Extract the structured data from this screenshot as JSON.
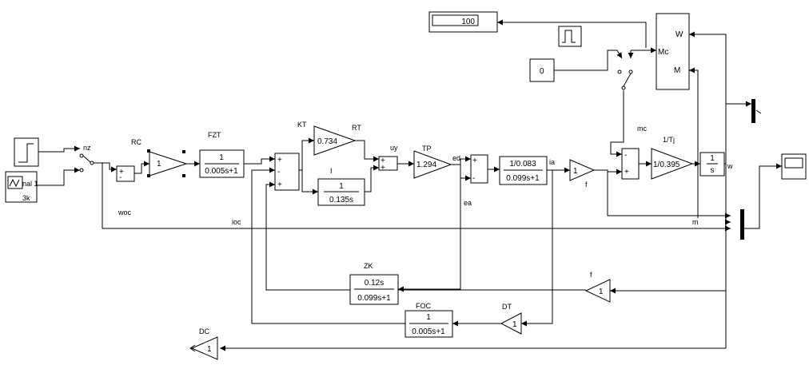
{
  "blocks": {
    "display_value": "100",
    "step": "",
    "pulse": "nal 1",
    "pulse_sub": "3k",
    "switch_nz": "nz",
    "rc_name": "RC",
    "rc_gain": "1",
    "fzt_name": "FZT",
    "fzt_num": "1",
    "fzt_den": "0.005s+1",
    "kt_name": "KT",
    "rt_name": "RT",
    "rt_gain": "0.734",
    "i_name": "I",
    "i_num": "1",
    "i_den": "0.135s",
    "uy_name": "uy",
    "tp_name": "TP",
    "tp_gain": "1.294",
    "ed_label": "ed",
    "ea_label": "ea",
    "ia_label": "ia",
    "armature_num": "1/0.083",
    "armature_den": "0.099s+1",
    "f_gain": "1",
    "f_name": "f",
    "mc_name": "mc",
    "tj_name": "1/Tj",
    "tj_gain": "1/0.395",
    "int_num": "1",
    "int_den": "s",
    "w_label": "w",
    "m_label": "m",
    "const_value": "0",
    "mech_w": "W",
    "mech_mc": "Mc",
    "mech_m": "M",
    "woc_label": "woc",
    "ioc_label": "ioc",
    "zk_name": "ZK",
    "zk_num": "0.12s",
    "zk_den": "0.099s+1",
    "f2_name": "f",
    "f2_gain": "1",
    "foc_name": "FOC",
    "foc_num": "1",
    "foc_den": "0.005s+1",
    "dt_name": "DT",
    "dt_gain": "1",
    "dc_name": "DC",
    "dc_gain": "1"
  },
  "signs": {
    "rc_sum": [
      "+",
      "-"
    ],
    "sum3": [
      "+",
      "-",
      "+"
    ],
    "uy_sum": [
      "+",
      "+"
    ],
    "ed_sum": [
      "+",
      "-"
    ],
    "mc_sum": [
      "-",
      "+"
    ]
  }
}
